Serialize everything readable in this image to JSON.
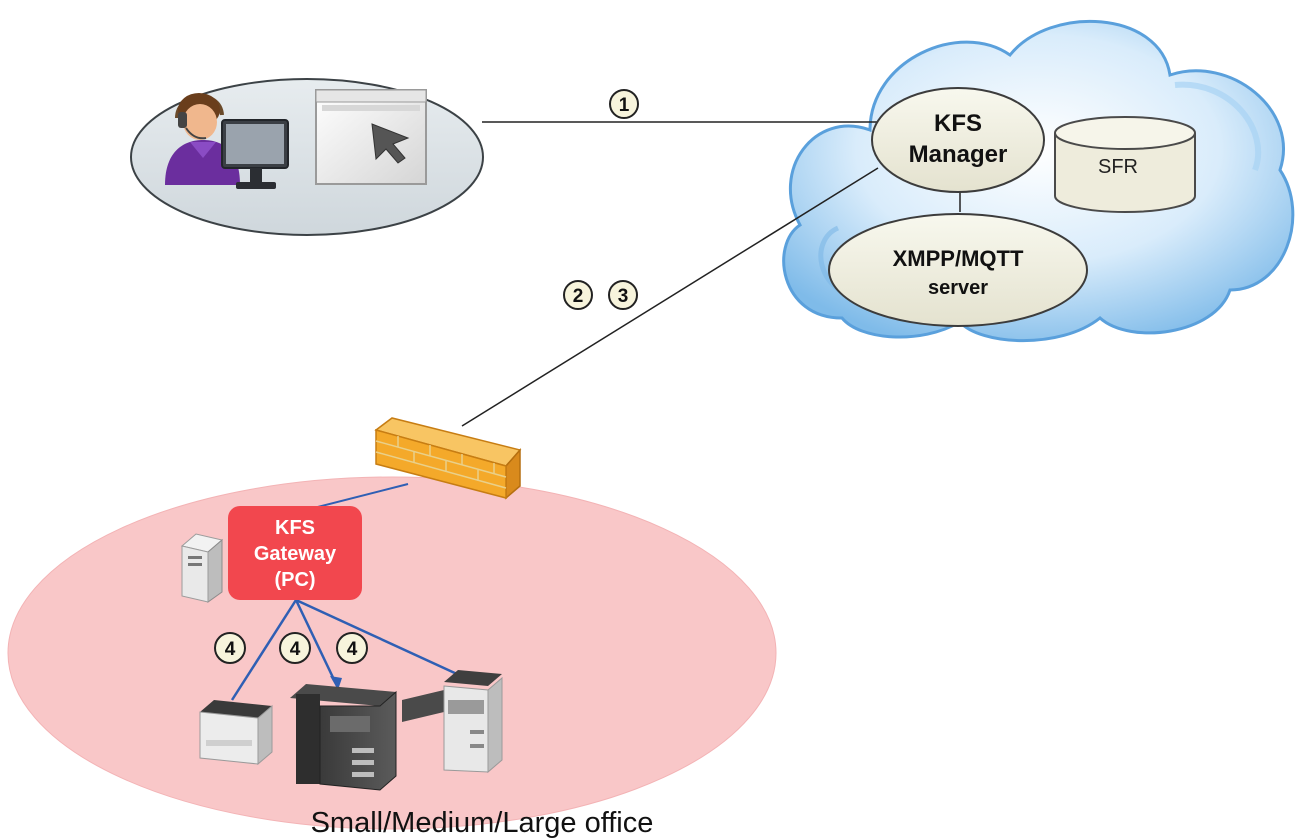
{
  "cloud": {
    "manager_line1": "KFS",
    "manager_line2": "Manager",
    "database_label": "SFR",
    "server_line1": "XMPP/MQTT",
    "server_line2": "server"
  },
  "office": {
    "gateway_line1": "KFS",
    "gateway_line2": "Gateway",
    "gateway_line3": "(PC)",
    "caption": "Small/Medium/Large office"
  },
  "steps": {
    "step1": "1",
    "step2": "2",
    "step3": "3",
    "step4a": "4",
    "step4b": "4",
    "step4c": "4"
  },
  "icons": {
    "user": "user-at-computer-icon",
    "browser": "browser-window-icon",
    "firewall": "firewall-icon",
    "pc": "pc-tower-icon",
    "printer": "printer-icon",
    "mfp_large": "multifunction-printer-icon",
    "mfp_compact": "multifunction-printer-icon"
  },
  "colors": {
    "office_zone": "#f9c7c8",
    "gateway_box": "#f2474e",
    "firewall": "#f2a92e",
    "cloud": "#9fcdf1",
    "ellipse_node": "#efefe2",
    "link_blue": "#2f5fb4"
  }
}
